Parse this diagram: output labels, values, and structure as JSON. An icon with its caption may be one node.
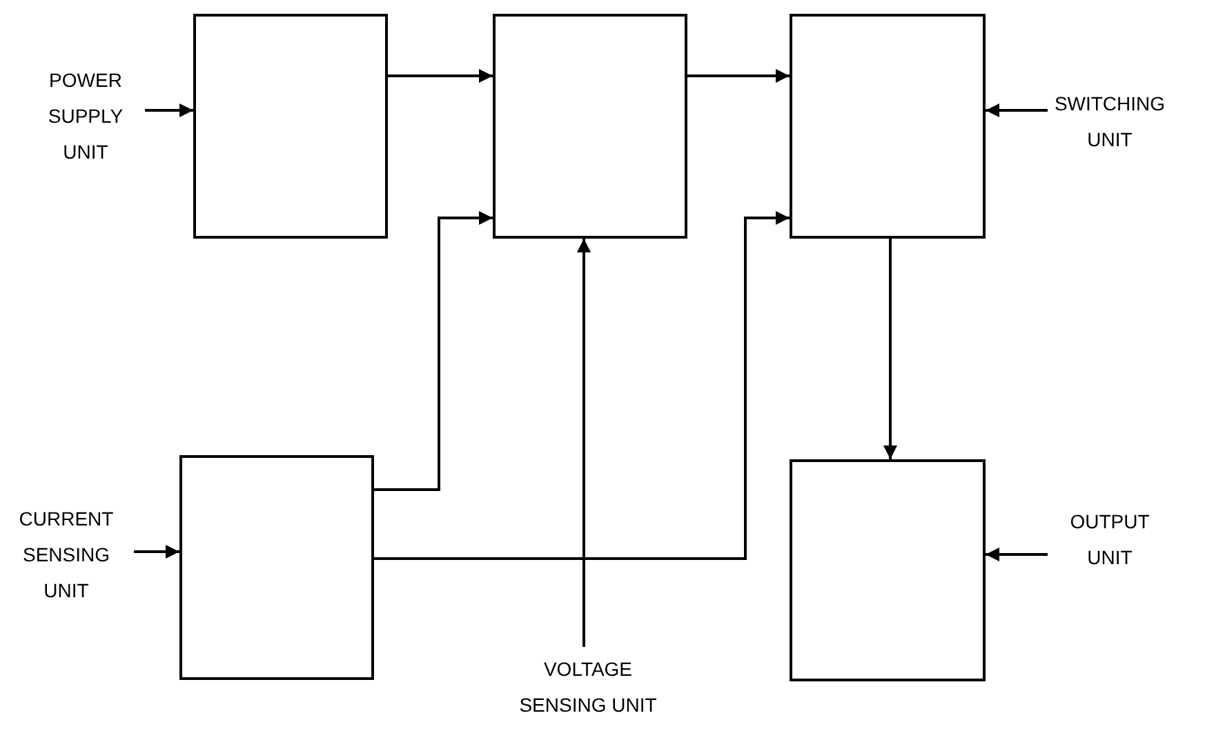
{
  "diagram": {
    "nodes": [
      {
        "text": [
          "POWER SUPPLY UNIT"
        ]
      },
      {
        "text": [],
        "shape": "box"
      },
      {
        "text": [],
        "shape": "box"
      },
      {
        "text": [],
        "shape": "box"
      },
      {
        "text": [
          "SWITCHING UNIT"
        ]
      },
      {
        "text": [
          "CURRENT SENSING UNIT"
        ]
      },
      {
        "text": [],
        "shape": "box"
      },
      {
        "text": [],
        "shape": "box"
      },
      {
        "text": [
          "OUTPUT UNIT"
        ]
      },
      {
        "text": [
          "VOLTAGE SENSING UNIT"
        ]
      }
    ],
    "edges": [
      {
        "from": 0,
        "to": 1,
        "arrow": "to"
      },
      {
        "from": 1,
        "to": 2,
        "arrow": "to"
      },
      {
        "from": 2,
        "to": 3,
        "arrow": "to"
      },
      {
        "from": 4,
        "to": 3,
        "arrow": "to"
      },
      {
        "from": 6,
        "to": 2,
        "arrow": "to"
      },
      {
        "from": 6,
        "to": 3,
        "arrow": "to"
      },
      {
        "from": 9,
        "to": 2,
        "arrow": "to"
      },
      {
        "from": 3,
        "to": 7,
        "arrow": "to"
      },
      {
        "from": 5,
        "to": 6,
        "arrow": "to"
      },
      {
        "from": 8,
        "to": 7,
        "arrow": "to"
      }
    ]
  }
}
